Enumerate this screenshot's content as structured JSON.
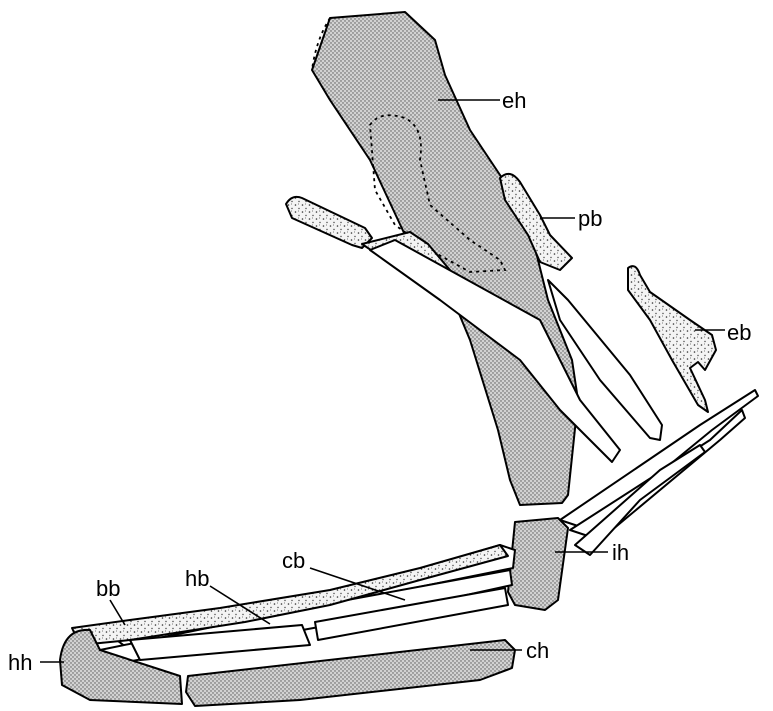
{
  "figure": {
    "labels": {
      "eh": "eh",
      "pb": "pb",
      "eb": "eb",
      "ih": "ih",
      "cb": "cb",
      "hb": "hb",
      "bb": "bb",
      "hh": "hh",
      "ch": "ch"
    }
  },
  "colors": {
    "outline": "#000000",
    "background": "#ffffff",
    "stipple_fill": "#c9c9c9",
    "speckle_fill": "#e2e2e2"
  }
}
